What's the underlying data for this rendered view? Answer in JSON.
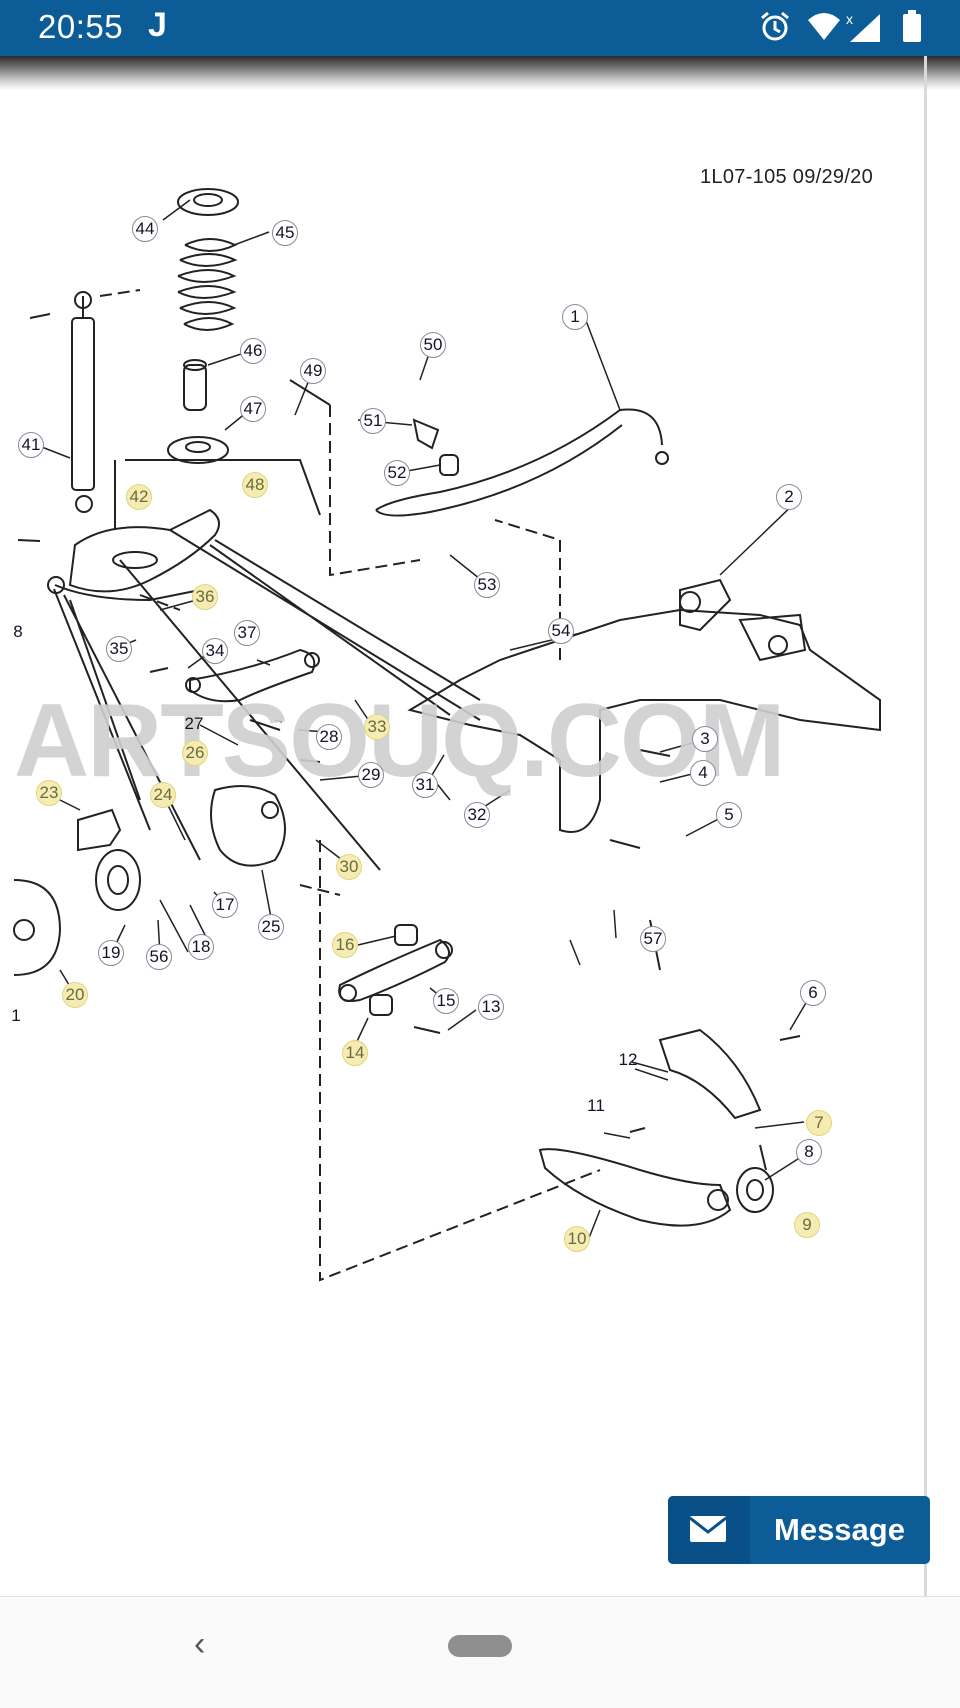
{
  "status_bar": {
    "time": "20:55",
    "app_letter": "J",
    "icons": [
      "alarm-clock-icon",
      "wifi-icon",
      "signal-no-data-icon",
      "battery-icon"
    ]
  },
  "diagram": {
    "doc_id": "1L07-105  09/29/20",
    "watermark": "ARTSOUQ.COM",
    "callouts": [
      {
        "n": "1"
      },
      {
        "n": "2"
      },
      {
        "n": "3"
      },
      {
        "n": "4"
      },
      {
        "n": "5"
      },
      {
        "n": "6"
      },
      {
        "n": "7"
      },
      {
        "n": "8"
      },
      {
        "n": "9"
      },
      {
        "n": "10"
      },
      {
        "n": "11"
      },
      {
        "n": "12"
      },
      {
        "n": "13"
      },
      {
        "n": "14"
      },
      {
        "n": "15"
      },
      {
        "n": "16"
      },
      {
        "n": "17"
      },
      {
        "n": "18"
      },
      {
        "n": "19"
      },
      {
        "n": "20"
      },
      {
        "n": "23"
      },
      {
        "n": "24"
      },
      {
        "n": "25"
      },
      {
        "n": "26"
      },
      {
        "n": "27"
      },
      {
        "n": "28"
      },
      {
        "n": "29"
      },
      {
        "n": "30"
      },
      {
        "n": "31"
      },
      {
        "n": "32"
      },
      {
        "n": "33"
      },
      {
        "n": "34"
      },
      {
        "n": "35"
      },
      {
        "n": "36"
      },
      {
        "n": "37"
      },
      {
        "n": "41"
      },
      {
        "n": "42"
      },
      {
        "n": "44"
      },
      {
        "n": "45"
      },
      {
        "n": "46"
      },
      {
        "n": "47"
      },
      {
        "n": "48"
      },
      {
        "n": "49"
      },
      {
        "n": "50"
      },
      {
        "n": "51"
      },
      {
        "n": "52"
      },
      {
        "n": "53"
      },
      {
        "n": "54"
      },
      {
        "n": "56"
      },
      {
        "n": "57"
      },
      {
        "n": "8"
      },
      {
        "n": "1"
      }
    ]
  },
  "message_button": {
    "label": "Message",
    "icon": "envelope-icon"
  },
  "nav_bar": {
    "back_icon": "back-chevron-icon",
    "home_icon": "home-pill-icon"
  },
  "colors": {
    "status_bar": "#0c5c97",
    "button": "#0c5c97",
    "highlight_callout": "#f4ecb3"
  }
}
